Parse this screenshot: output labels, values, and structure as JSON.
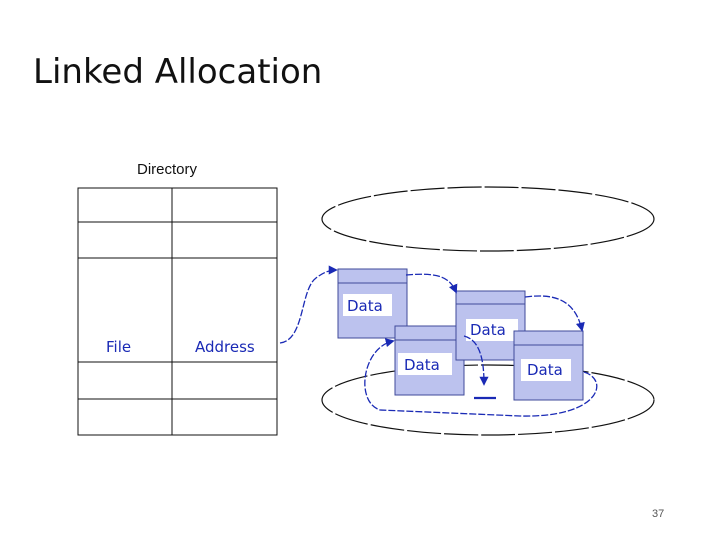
{
  "slide": {
    "title": "Linked Allocation",
    "page_number": "37"
  },
  "directory": {
    "label": "Directory",
    "file_label": "File",
    "address_label": "Address"
  },
  "blocks": [
    {
      "label": "Data"
    },
    {
      "label": "Data"
    },
    {
      "label": "Data"
    },
    {
      "label": "Data"
    }
  ],
  "colors": {
    "block_fill": "#bcc2ee",
    "block_stroke": "#3f4a9a",
    "pointer_line": "#1a2ab5",
    "disk_stroke": "#111111"
  }
}
